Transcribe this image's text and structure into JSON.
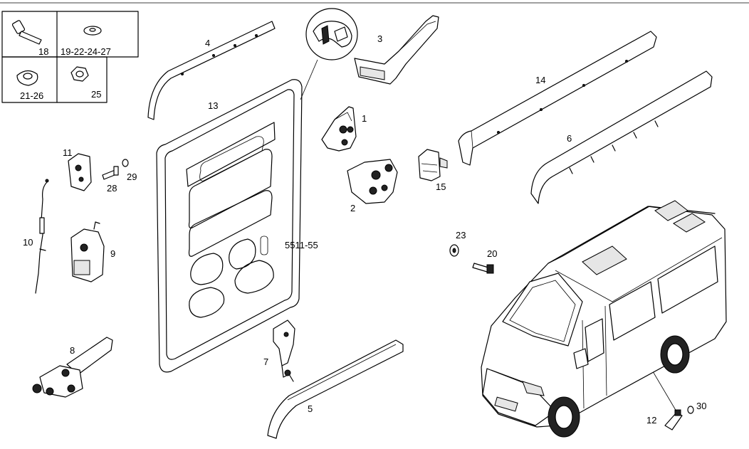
{
  "diagram": {
    "kit_box_labels": [
      "18",
      "19-22-24-27",
      "21-26",
      "25"
    ],
    "part_labels": {
      "p1": "1",
      "p2": "2",
      "p3": "3",
      "p4": "4",
      "p5": "5",
      "p6": "6",
      "p7": "7",
      "p8": "8",
      "p9": "9",
      "p10": "10",
      "p11": "11",
      "p12": "12",
      "p13": "13",
      "p14": "14",
      "p15": "15",
      "p20": "20",
      "p23": "23",
      "p28": "28",
      "p29": "29",
      "p30": "30"
    },
    "group_code": "5511-55"
  }
}
